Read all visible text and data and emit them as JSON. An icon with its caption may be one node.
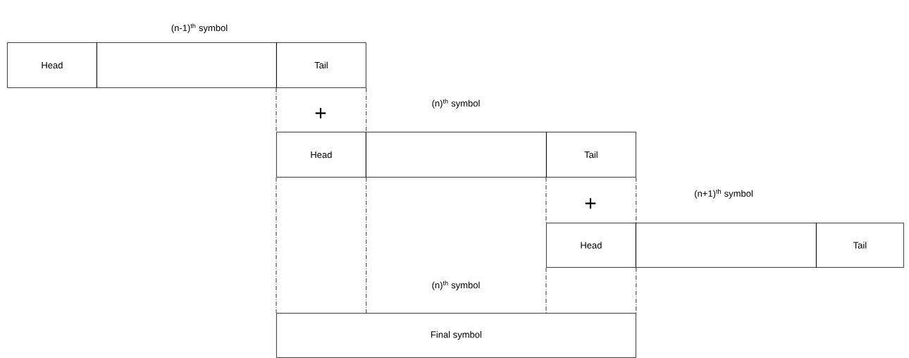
{
  "diagram": {
    "nodes": [
      {
        "text": [
          "Head"
        ]
      },
      {
        "text": [],
        "shape": "box",
        "beside": [
          "(n-1)$^{th}$ symbol"
        ]
      },
      {
        "text": [
          "Tail"
        ]
      },
      {
        "text": [
          "Head"
        ]
      },
      {
        "text": [],
        "shape": "box",
        "beside": [
          "(n)$^{th}$ symbol"
        ]
      },
      {
        "text": [
          "Tail"
        ]
      },
      {
        "text": [
          "Head"
        ]
      },
      {
        "text": [],
        "shape": "box",
        "beside": [
          "(n+1)$^{th}$ symbol"
        ]
      },
      {
        "text": [
          "Tail"
        ]
      },
      {
        "text": [
          "Final symbol"
        ]
      }
    ],
    "edges": [
      {
        "from": 2,
        "to": 3,
        "arrow": "none"
      },
      {
        "from": 2,
        "to": 3,
        "arrow": "none"
      },
      {
        "from": 3,
        "to": 9,
        "arrow": "none"
      },
      {
        "from": 3,
        "to": 9,
        "arrow": "none"
      },
      {
        "from": 5,
        "to": 6,
        "arrow": "none"
      },
      {
        "from": 5,
        "to": 6,
        "arrow": "none"
      },
      {
        "from": 6,
        "to": 9,
        "arrow": "none"
      },
      {
        "from": 6,
        "to": 9,
        "arrow": "none"
      }
    ],
    "labels": [
      "+",
      "+",
      "(n)$^{th}$ symbol"
    ]
  }
}
